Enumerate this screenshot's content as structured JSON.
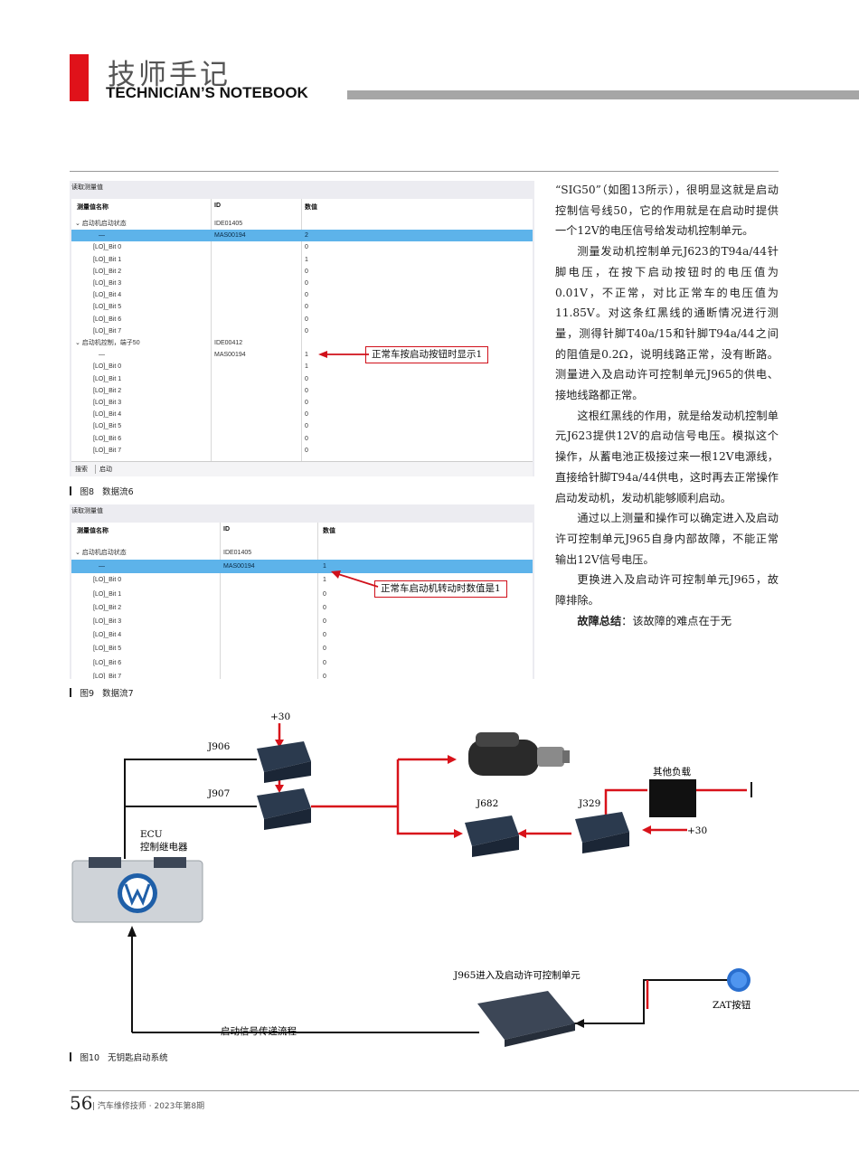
{
  "header": {
    "section_cn": "技师手记",
    "section_en": "TECHNICIAN’S NOTEBOOK"
  },
  "fig8": {
    "window_title": "读取测量值",
    "columns": [
      "测量值名称",
      "ID",
      "数值"
    ],
    "rows": [
      {
        "name": "⌄ 启动机启动状态",
        "id": "IDE01405",
        "value": ""
      },
      {
        "name": "—",
        "id": "MAS00194",
        "value": "2"
      },
      {
        "name": "[LO]_Bit 0",
        "id": "",
        "value": "0"
      },
      {
        "name": "[LO]_Bit 1",
        "id": "",
        "value": "1"
      },
      {
        "name": "[LO]_Bit 2",
        "id": "",
        "value": "0"
      },
      {
        "name": "[LO]_Bit 3",
        "id": "",
        "value": "0"
      },
      {
        "name": "[LO]_Bit 4",
        "id": "",
        "value": "0"
      },
      {
        "name": "[LO]_Bit 5",
        "id": "",
        "value": "0"
      },
      {
        "name": "[LO]_Bit 6",
        "id": "",
        "value": "0"
      },
      {
        "name": "[LO]_Bit 7",
        "id": "",
        "value": "0"
      },
      {
        "name": "⌄ 启动机控制，端子50",
        "id": "IDE00412",
        "value": ""
      },
      {
        "name": "—",
        "id": "MAS00194",
        "value": "1"
      },
      {
        "name": "[LO]_Bit 0",
        "id": "",
        "value": "1"
      },
      {
        "name": "[LO]_Bit 1",
        "id": "",
        "value": "0"
      },
      {
        "name": "[LO]_Bit 2",
        "id": "",
        "value": "0"
      },
      {
        "name": "[LO]_Bit 3",
        "id": "",
        "value": "0"
      },
      {
        "name": "[LO]_Bit 4",
        "id": "",
        "value": "0"
      },
      {
        "name": "[LO]_Bit 5",
        "id": "",
        "value": "0"
      },
      {
        "name": "[LO]_Bit 6",
        "id": "",
        "value": "0"
      },
      {
        "name": "[LO]_Bit 7",
        "id": "",
        "value": "0"
      }
    ],
    "search_label": "搜索",
    "search_value": "启动",
    "callout": "正常车按启动按钮时显示1",
    "caption_no": "图8",
    "caption": "数据流6"
  },
  "fig9": {
    "window_title": "读取测量值",
    "columns": [
      "测量值名称",
      "ID",
      "数值"
    ],
    "rows": [
      {
        "name": "⌄ 启动机启动状态",
        "id": "IDE01405",
        "value": ""
      },
      {
        "name": "—",
        "id": "MAS00194",
        "value": "1"
      },
      {
        "name": "[LO]_Bit 0",
        "id": "",
        "value": "1"
      },
      {
        "name": "[LO]_Bit 1",
        "id": "",
        "value": "0"
      },
      {
        "name": "[LO]_Bit 2",
        "id": "",
        "value": "0"
      },
      {
        "name": "[LO]_Bit 3",
        "id": "",
        "value": "0"
      },
      {
        "name": "[LO]_Bit 4",
        "id": "",
        "value": "0"
      },
      {
        "name": "[LO]_Bit 5",
        "id": "",
        "value": "0"
      },
      {
        "name": "[LO]_Bit 6",
        "id": "",
        "value": "0"
      },
      {
        "name": "[LO]_Bit 7",
        "id": "",
        "value": "0"
      }
    ],
    "callout": "正常车启动机转动时数值是1",
    "caption_no": "图9",
    "caption": "数据流7"
  },
  "body_text": [
    "“SIG50”（如图13所示），很明显这就是启动控制信号线50，它的作用就是在启动时提供一个12V的电压信号给发动机控制单元。",
    "测量发动机控制单元J623的T94a/44针脚电压，在按下启动按钮时的电压值为0.01V，不正常，对比正常车的电压值为11.85V。对这条红黑线的通断情况进行测量，测得针脚T40a/15和针脚T94a/44之间的阻值是0.2Ω，说明线路正常，没有断路。测量进入及启动许可控制单元J965的供电、接地线路都正常。",
    "这根红黑线的作用，就是给发动机控制单元J623提供12V的启动信号电压。模拟这个操作，从蓄电池正极接过来一根12V电源线，直接给针脚T94a/44供电，这时再去正常操作启动发动机，发动机能够顺利启动。",
    "通过以上测量和操作可以确定进入及启动许可控制单元J965自身内部故障，不能正常输出12V信号电压。",
    "更换进入及启动许可控制单元J965，故障排除。"
  ],
  "summary_label": "故障总结",
  "summary_text": "：该故障的难点在于无",
  "fig10": {
    "plus30_top": "+30",
    "j906": "J906",
    "j907": "J907",
    "j682": "J682",
    "j329": "J329",
    "other_load": "其他负载",
    "plus30_right": "+30",
    "ecu": "ECU",
    "relay": "控制继电器",
    "j965": "J965进入及启动许可控制单元",
    "zat": "ZAT按钮",
    "flow": "启动信号传递流程",
    "caption_no": "图10",
    "caption": "无钥匙启动系统"
  },
  "footer": {
    "page": "56",
    "journal": "| 汽车维修技师 · 2023年第8期"
  },
  "colors": {
    "accent_red": "#e0121a",
    "highlight_blue": "#5db3ea",
    "wire_red": "#d8121a"
  }
}
